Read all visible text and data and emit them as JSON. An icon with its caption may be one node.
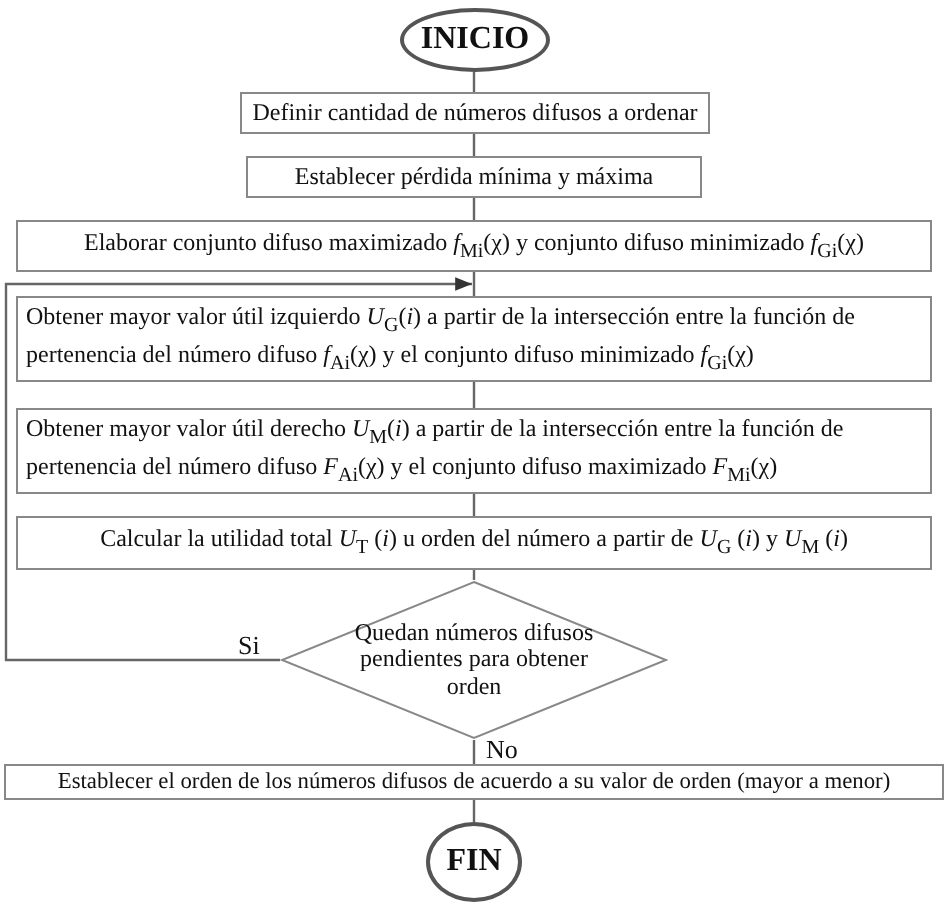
{
  "diagram": {
    "nodes": [
      {
        "text": [
          "INICIO"
        ]
      },
      {
        "text": [
          "Definir cantidad de números difusos a ordenar"
        ]
      },
      {
        "text": [
          "Establecer pérdida mínima y máxima"
        ]
      },
      {
        "text": [
          "Elaborar conjunto difuso maximizado *f*$_{Mi}$(χ) y conjunto difuso minimizado *f*$_{Gi}$(χ)"
        ]
      },
      {
        "text": [
          "Obtener mayor valor útil izquierdo *U*$_{G}$(*i*) a partir de la intersección entre la función de pertenencia del número difuso *f*$_{Ai}$(χ) y el conjunto difuso minimizado *f*$_{Gi}$(χ)"
        ]
      },
      {
        "text": [
          "Obtener mayor valor útil derecho *U*$_{M}$(*i*) a partir de la intersección entre la función de pertenencia del número difuso *F*$_{Ai}$(χ) y el conjunto difuso maximizado *F*$_{Mi}$(χ)"
        ]
      },
      {
        "text": [
          "Calcular la utilidad total *U*$_{T}$ (*i*) u orden del número a partir de *U*$_{G}$ (*i*) y *U*$_{M}$ (*i*)"
        ]
      },
      {
        "text": [
          "Quedan números difusos pendientes para obtener orden"
        ]
      },
      {
        "text": [
          "Establecer el orden de los números difusos de acuerdo a su valor de orden (mayor a menor)"
        ]
      },
      {
        "text": [
          "FIN"
        ]
      }
    ],
    "edges": [
      {
        "from": 0,
        "to": 1,
        "arrow": "none"
      },
      {
        "from": 1,
        "to": 2,
        "arrow": "none"
      },
      {
        "from": 2,
        "to": 3,
        "arrow": "none"
      },
      {
        "from": 3,
        "to": 4,
        "arrow": "none"
      },
      {
        "from": 4,
        "to": 5,
        "arrow": "none"
      },
      {
        "from": 5,
        "to": 6,
        "arrow": "none"
      },
      {
        "from": 6,
        "to": 7,
        "arrow": "none"
      },
      {
        "from": 7,
        "to": 8,
        "label": "No",
        "arrow": "none"
      },
      {
        "from": 8,
        "to": 9,
        "arrow": "none"
      },
      {
        "from": 7,
        "to": 4,
        "label": "Si",
        "arrow": "to"
      }
    ]
  }
}
